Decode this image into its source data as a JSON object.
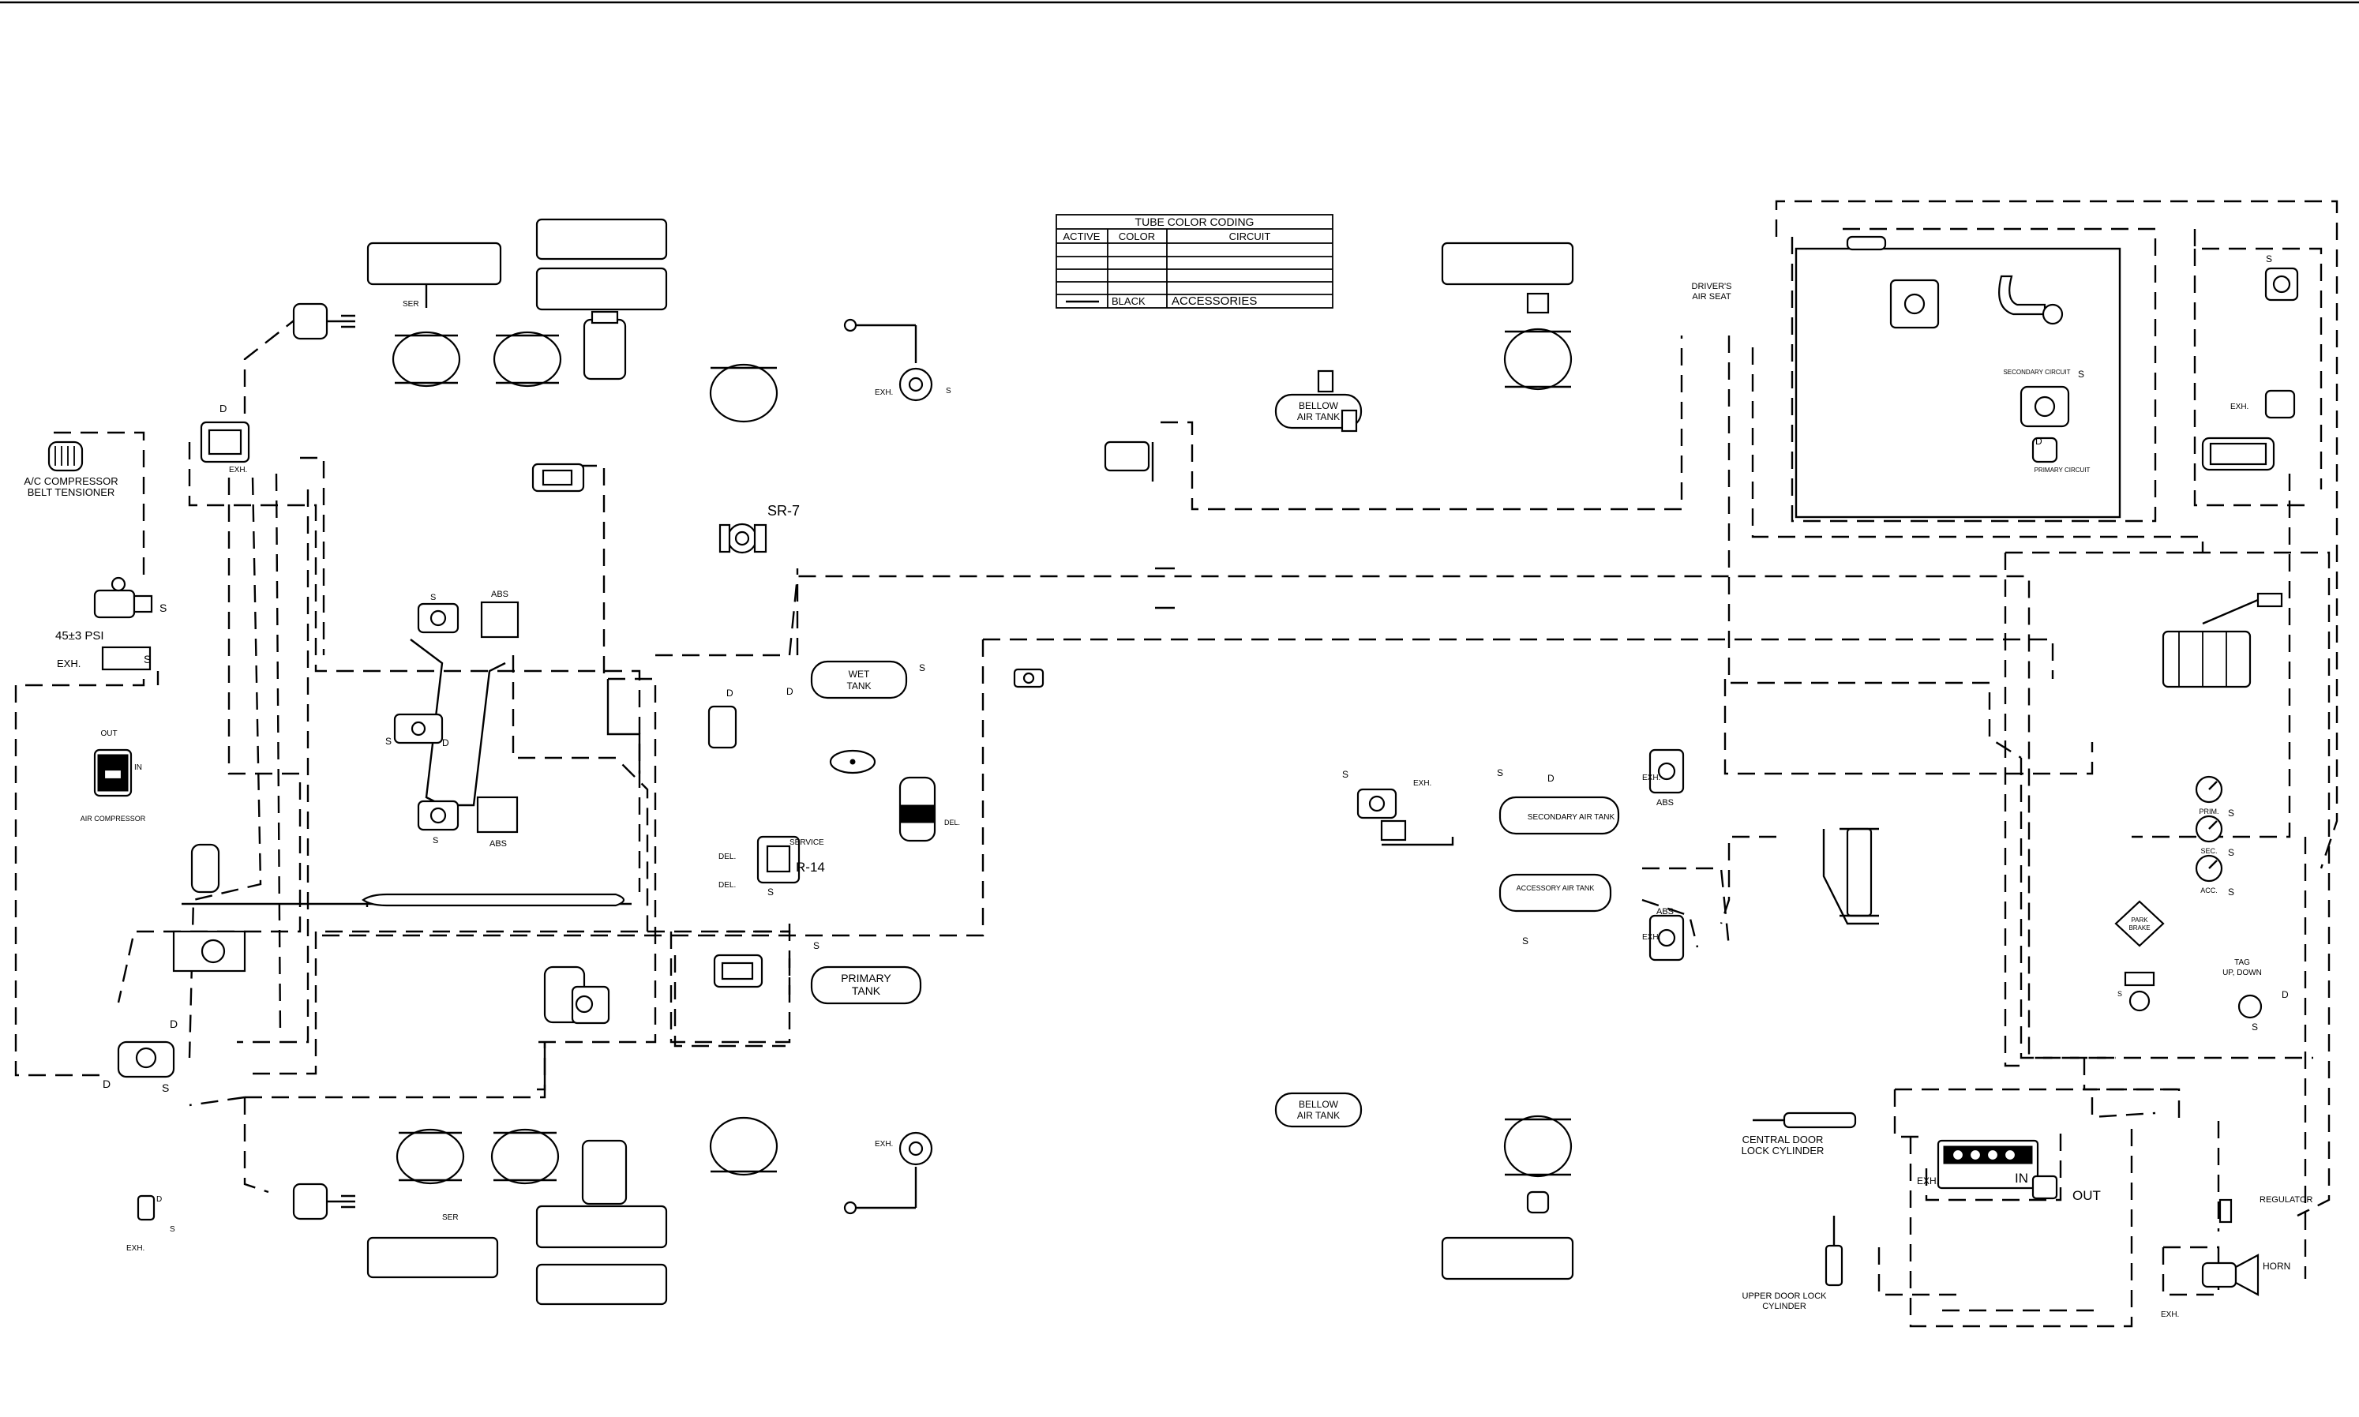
{
  "legend": {
    "title": "TUBE COLOR CODING",
    "headers": [
      "ACTIVE",
      "COLOR",
      "CIRCUIT"
    ],
    "rows": [
      {
        "active": "",
        "color": "",
        "circuit": ""
      },
      {
        "active": "",
        "color": "",
        "circuit": ""
      },
      {
        "active": "",
        "color": "",
        "circuit": ""
      },
      {
        "active": "",
        "color": "",
        "circuit": ""
      },
      {
        "active": "—",
        "color": "BLACK",
        "circuit": "ACCESSORIES"
      }
    ]
  },
  "labels": {
    "ac_compressor_1": "A/C COMPRESSOR",
    "ac_compressor_2": "BELT TENSIONER",
    "psi": "45±3 PSI",
    "exh": "EXH.",
    "out": "OUT",
    "in": "IN",
    "air_compressor": "AIR COMPRESSOR",
    "sr7": "SR-7",
    "r14": "R-14",
    "service": "SERVICE",
    "del": "DEL.",
    "wet_tank_1": "WET",
    "wet_tank_2": "TANK",
    "primary_tank_1": "PRIMARY",
    "primary_tank_2": "TANK",
    "bellow_1": "BELLOW",
    "bellow_2": "AIR TANK",
    "drivers_seat_1": "DRIVER'S",
    "drivers_seat_2": "AIR SEAT",
    "secondary_tank": "SECONDARY AIR TANK",
    "accessory_tank": "ACCESSORY AIR TANK",
    "abs": "ABS",
    "s": "S",
    "d": "D",
    "ser": "SER",
    "prim": "PRIM.",
    "sec": "SEC.",
    "acc": "ACC.",
    "park_1": "PARK",
    "park_2": "BRAKE",
    "tag_1": "TAG",
    "tag_2": "UP, DOWN",
    "central_1": "CENTRAL DOOR",
    "central_2": "LOCK CYLINDER",
    "upper_1": "UPPER DOOR LOCK",
    "upper_2": "CYLINDER",
    "regulator": "REGULATOR",
    "horn": "HORN",
    "secondary_circuit": "SECONDARY CIRCUIT",
    "primary_circuit": "PRIMARY CIRCUIT"
  }
}
